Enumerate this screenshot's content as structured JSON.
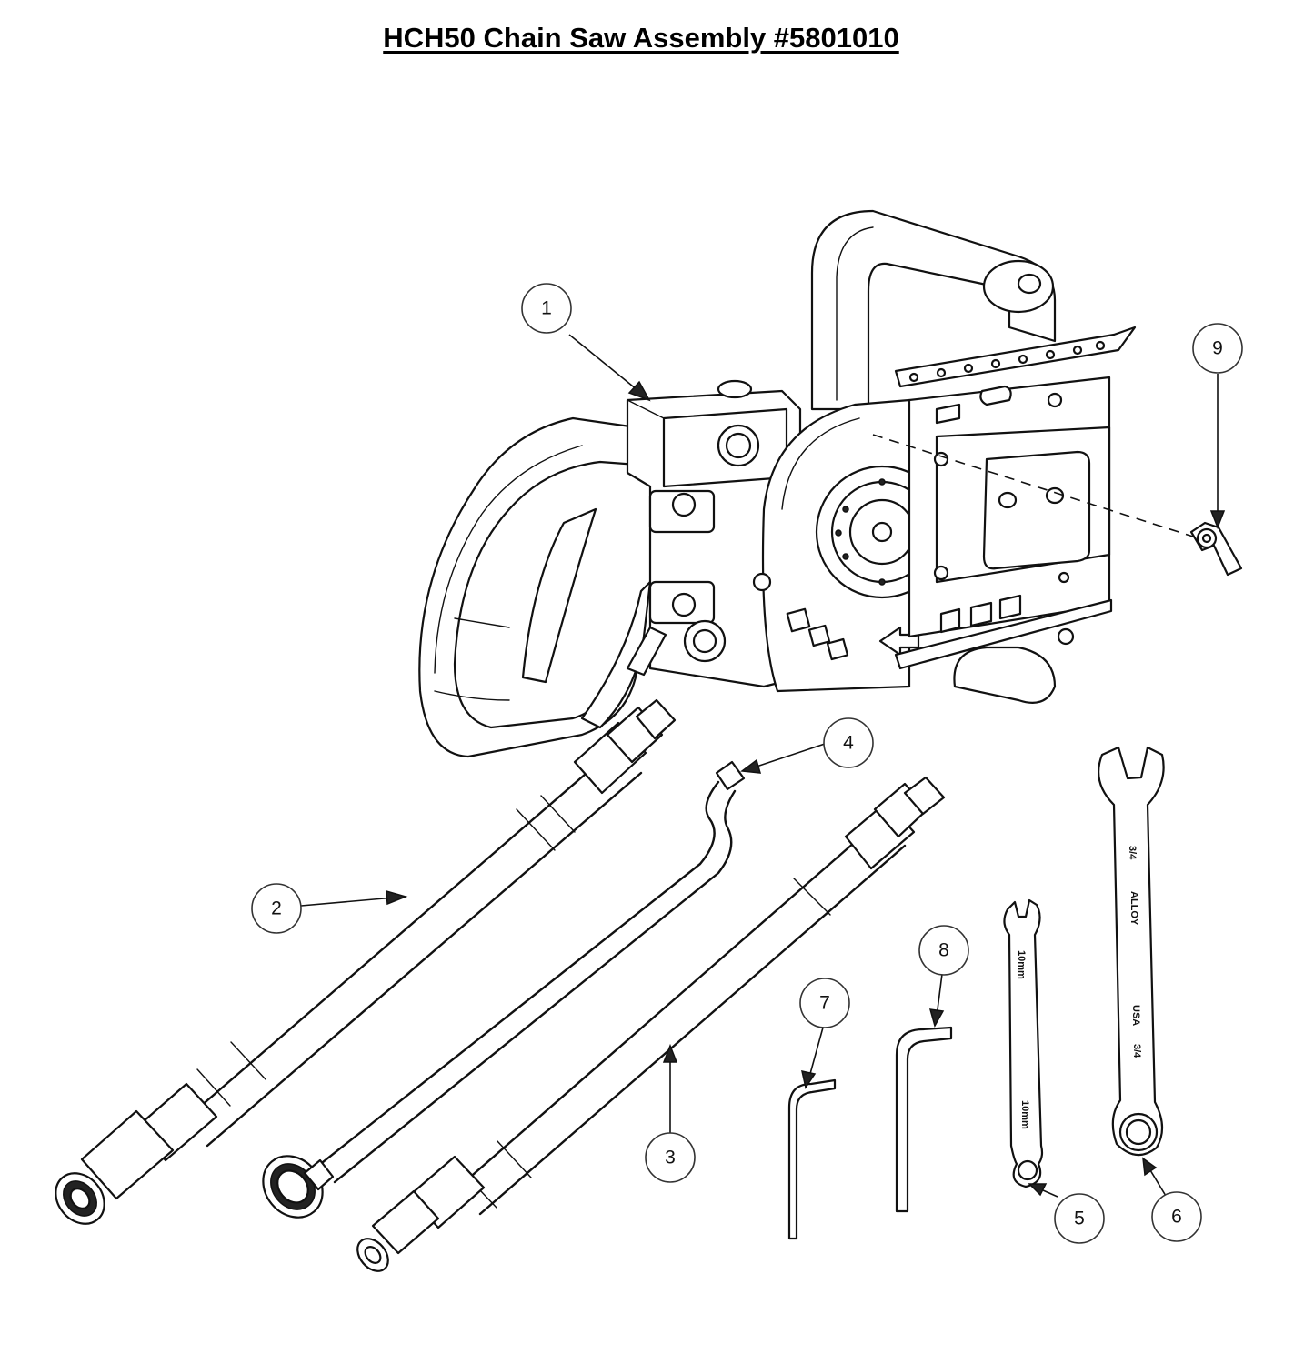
{
  "title": "HCH50 Chain Saw Assembly #5801010",
  "callouts": [
    {
      "label": "1"
    },
    {
      "label": "2"
    },
    {
      "label": "3"
    },
    {
      "label": "4"
    },
    {
      "label": "5"
    },
    {
      "label": "6"
    },
    {
      "label": "7"
    },
    {
      "label": "8"
    },
    {
      "label": "9"
    }
  ],
  "tool_markings": {
    "wrench_small": [
      "10mm",
      "10mm"
    ],
    "wrench_large": [
      "3/4",
      "ALLOY",
      "USA",
      "3/4"
    ]
  }
}
